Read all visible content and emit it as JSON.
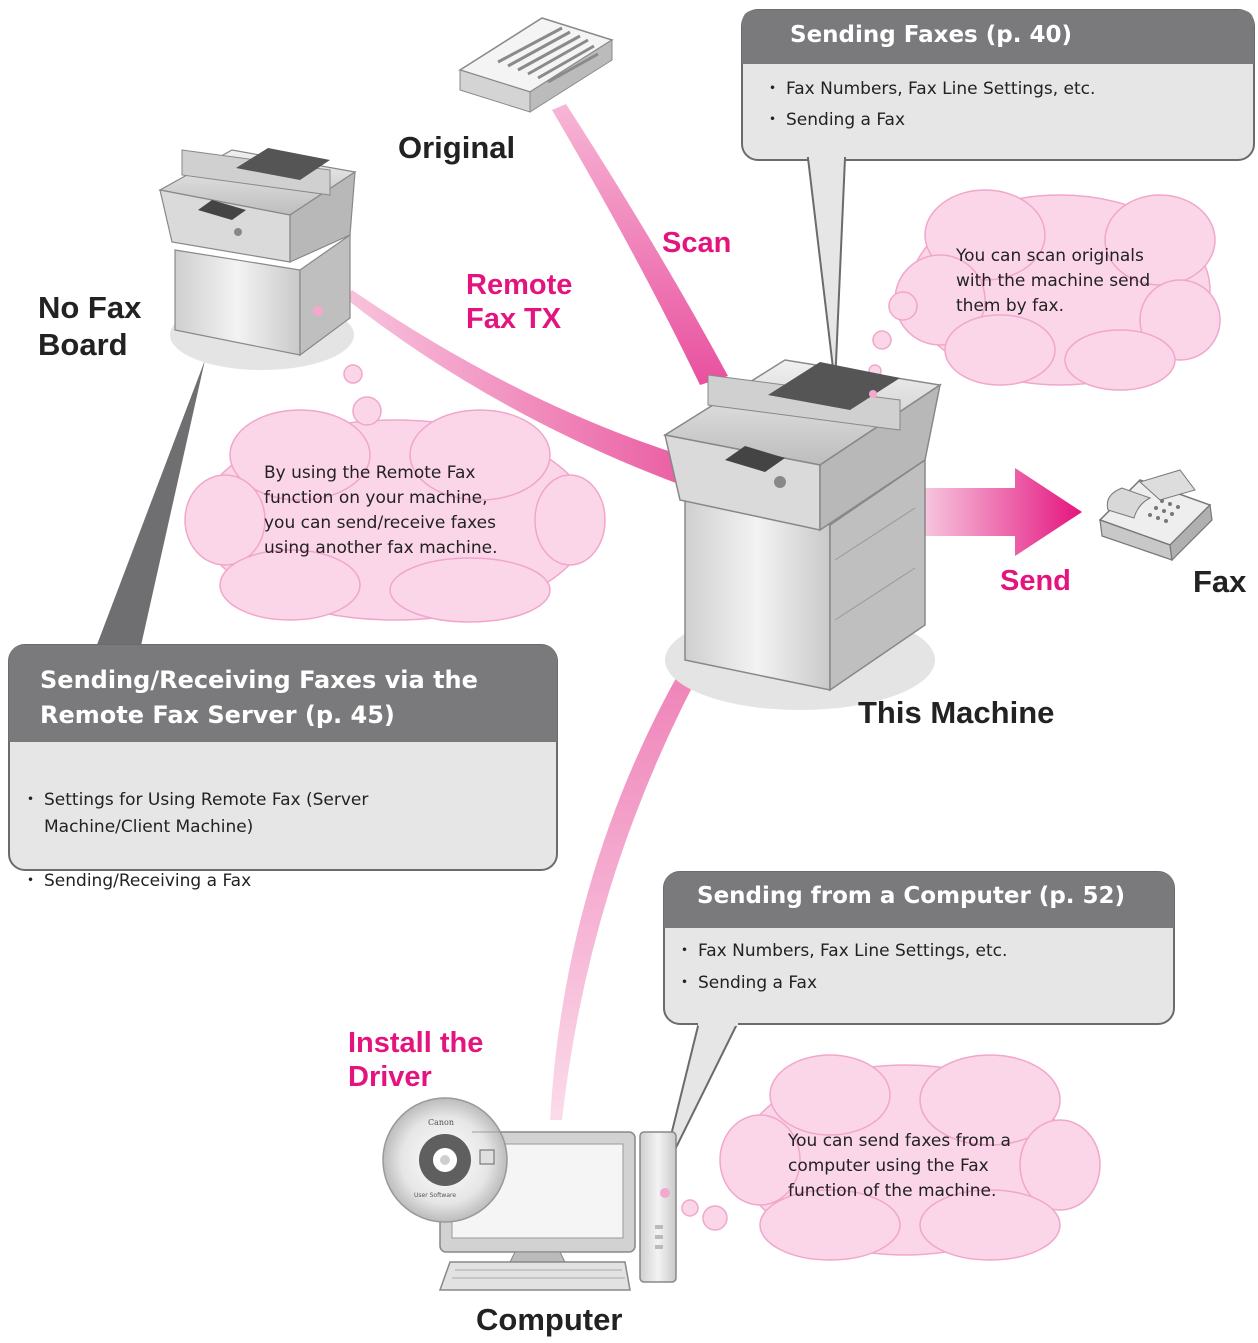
{
  "nodes": {
    "original": "Original",
    "no_fax_board": "No Fax\nBoard",
    "this_machine": "This Machine",
    "fax": "Fax",
    "computer": "Computer"
  },
  "flows": {
    "scan": "Scan",
    "remote_fax_tx": "Remote\nFax TX",
    "send": "Send",
    "install_driver": "Install the\nDriver"
  },
  "callouts": {
    "sending_faxes": {
      "title": "Sending Faxes (p. 40)",
      "items": [
        "Fax Numbers, Fax Line Settings, etc.",
        "Sending a Fax"
      ]
    },
    "remote_fax_server": {
      "title": "Sending/Receiving Faxes via the\nRemote Fax Server (p. 45)",
      "items": [
        "Settings for Using Remote Fax (Server\nMachine/Client Machine)",
        "Sending/Receiving a Fax"
      ]
    },
    "from_computer": {
      "title": "Sending from a Computer (p. 52)",
      "items": [
        "Fax Numbers, Fax Line Settings, etc.",
        "Sending a Fax"
      ]
    }
  },
  "thoughts": {
    "scan_send": "You can scan originals\nwith the machine send\nthem by fax.",
    "remote_fax": "By using the Remote Fax\nfunction on your machine,\nyou can send/receive faxes\nusing another fax machine.",
    "computer_fax": "You can send faxes from a\ncomputer using the Fax\nfunction of the machine."
  },
  "cd_label": {
    "brand": "Canon",
    "caption": "User Software"
  },
  "colors": {
    "accent_pink": "#e4147f",
    "flow_pink": "#f4a6cc",
    "callout_header": "#7a7a7c",
    "callout_body": "#e6e6e7",
    "cloud_pink": "#fbd6e8"
  }
}
